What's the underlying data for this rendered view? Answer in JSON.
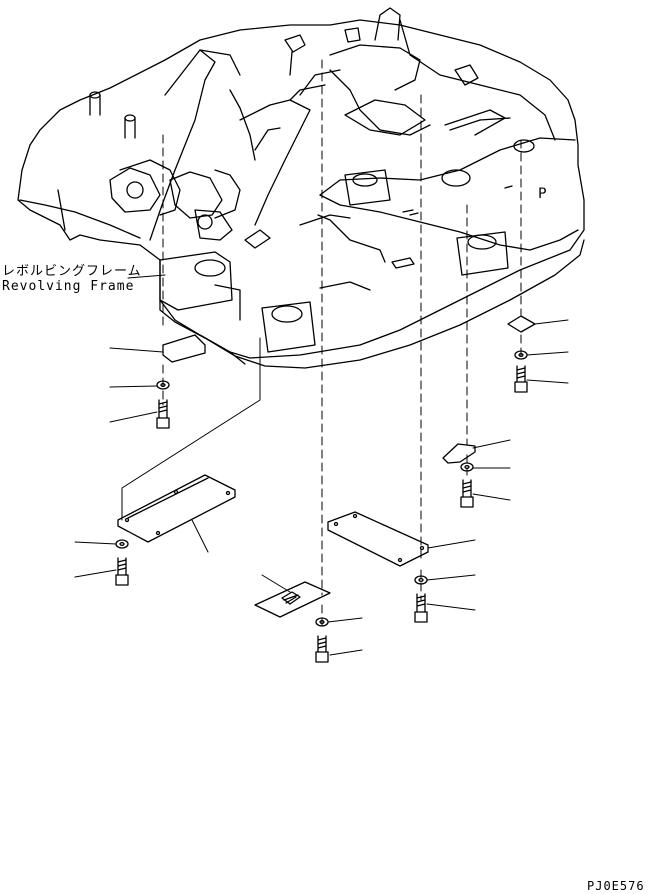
{
  "diagram": {
    "label_jp": "レボルビングフレーム",
    "label_en": "Revolving Frame",
    "frame_letter": "P",
    "code": "PJ0E576"
  },
  "colors": {
    "ink": "#000000",
    "paper": "#ffffff"
  },
  "parts": [
    {
      "name": "cover-left-small",
      "kind": "cover"
    },
    {
      "name": "washer-left-small",
      "kind": "washer"
    },
    {
      "name": "bolt-left-small",
      "kind": "bolt"
    },
    {
      "name": "cover-left-large",
      "kind": "cover"
    },
    {
      "name": "washer-left-large",
      "kind": "washer"
    },
    {
      "name": "bolt-left-large",
      "kind": "bolt"
    },
    {
      "name": "cover-center-plate",
      "kind": "cover"
    },
    {
      "name": "washer-center",
      "kind": "washer"
    },
    {
      "name": "bolt-center",
      "kind": "bolt"
    },
    {
      "name": "cover-right-large",
      "kind": "cover"
    },
    {
      "name": "washer-right-large",
      "kind": "washer"
    },
    {
      "name": "bolt-right-large",
      "kind": "bolt"
    },
    {
      "name": "cover-right-mid",
      "kind": "cover"
    },
    {
      "name": "washer-right-mid",
      "kind": "washer"
    },
    {
      "name": "bolt-right-mid",
      "kind": "bolt"
    },
    {
      "name": "cover-right-small",
      "kind": "cover"
    },
    {
      "name": "washer-right-small",
      "kind": "washer"
    },
    {
      "name": "bolt-right-small",
      "kind": "bolt"
    }
  ]
}
